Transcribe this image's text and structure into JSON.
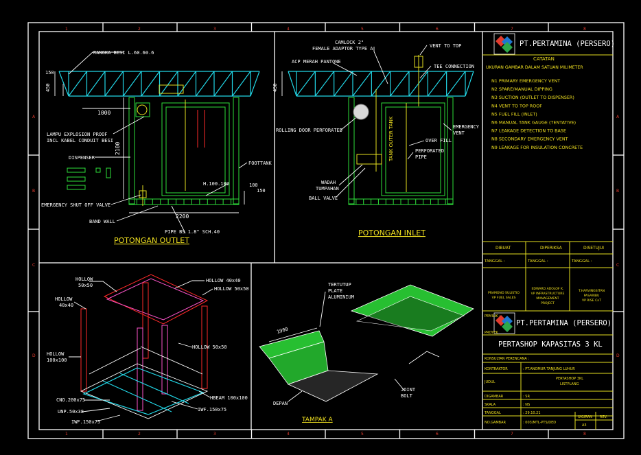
{
  "grid": {
    "cols": [
      "1",
      "2",
      "3",
      "4",
      "5",
      "6",
      "7",
      "8"
    ],
    "rows": [
      "A",
      "B",
      "C",
      "D"
    ]
  },
  "outlet": {
    "title": "POTONGAN  OUTLET",
    "labels": {
      "rangka": "RANGKA BESI L.60.60.6",
      "lampu1": "LAMPU EXPLOSION PROOF",
      "lampu2": "INCL KABEL CONDUIT BESI",
      "dispenser": "DISPENSER",
      "esov": "EMERGENCY SHUT OFF VALVE",
      "bandwall": "BAND WALL",
      "foottank": "FOOTTANK",
      "h100": "H.100.100",
      "pipe": "PIPE BS 1.8\" SCH.40"
    },
    "dims": {
      "d150": "150",
      "d450": "450",
      "d1000": "1000",
      "d2100": "2100",
      "d2200": "2200",
      "d100": "100",
      "d150b": "150"
    }
  },
  "inlet": {
    "title": "POTONGAN  INLET",
    "labels": {
      "camlock1": "CAMLOCK 2\"",
      "camlock2": "FEMALE ADAPTOR TYPE A",
      "vent": "VENT TO TOP",
      "acp": "ACP MERAH PANTONE",
      "tee": "TEE CONNECTION",
      "rolling": "ROLLING DOOR PERFORATED",
      "emerg1": "EMERGENCY",
      "emerg2": "VENT",
      "overfill": "OVER FILL",
      "perf1": "PERFORATED",
      "perf2": "PIPE",
      "wadah1": "WADAH",
      "wadah2": "TUMPAHAN",
      "ball": "BALL VALVE",
      "tanklabel": "TANK OUTER TANK"
    },
    "dims": {
      "d450": "450"
    }
  },
  "frame3d": {
    "labels": {
      "h1a": "HOLLOW",
      "h1b": "50x50",
      "h2": "HOLLOW 40x40",
      "h3": "HOLLOW 50x50",
      "h4a": "HOLLOW",
      "h4b": "40x40",
      "h5": "HOLLOW 50x50",
      "h6a": "HOLLOW",
      "h6b": "100x100",
      "hbeam": "HBEAM 100x100",
      "cno": "CNO.200x75",
      "unp": "UNP.50x38",
      "iwf1": "IWF.150x75",
      "iwf2": "IWF.150x75"
    }
  },
  "tampak": {
    "title": "TAMPAK  A",
    "labels": {
      "tert1": "TERTUTUP",
      "tert2": "PLATE",
      "tert3": "ALUMINIUM",
      "d1900": "1900",
      "depan": "DEPAN",
      "joint1": "JOINT",
      "joint2": "BOLT"
    }
  },
  "titleblock": {
    "company": "PT.PERTAMINA (PERSERO)",
    "catatan": "CATATAN",
    "ukuran": "UKURAN GAMBAR DALAM SATUAN MILIMETER",
    "notes": [
      "N1  PRIMARY EMERGENCY VENT",
      "N2  SPARE/MANUAL DIPPING",
      "N3  SUCTION (OUTLET TO DISPENSER)",
      "N4  VENT TO TOP ROOF",
      "N5  FUEL FILL (INLET)",
      "N6  MANUAL TANK GAUGE (TENTATIVE)",
      "N7  LEAKAGE DETECTION TO BASE",
      "N8  SECONDARY EMERGENCY VENT",
      "N9  LEAKAGE FOR INSULATION CONCRETE"
    ],
    "sig_headers": [
      "DIBUAT",
      "DIPERIKSA",
      "DISETUJUI"
    ],
    "tanggal": "TANGGAL :",
    "signers": [
      [
        "PRAMONO SULISTIO",
        "VP FUEL SALES"
      ],
      [
        "EDWARD ADOLOF K.",
        "VP INFRASTRUCTURE",
        "MANAGEMENT",
        "PROJECT"
      ],
      [
        "T.HARVINGSITAN",
        "PASARIBU",
        "VP RISE CnT"
      ]
    ],
    "pemilik": "PEMILIK :",
    "company2": "PT.PERTAMINA (PERSERO)",
    "proyek_label": "PROYEK",
    "proyek": "PERTASHOP  KAPASITAS  3  KL",
    "konsultan": "KONSULTAN PERENCANA :",
    "kontraktor_label": "KONTRAKTOR",
    "kontraktor": ": PT.ANOMUR TANJUNG LUHUR",
    "judul_label": "JUDUL",
    "judul1": "PERTASHOP  3KL",
    "judul2": "LISTPLANG",
    "digambar_label": "DIGAMBAR",
    "digambar": ": SR",
    "skala_label": "SKALA",
    "skala": ": NS",
    "tanggal2_label": "TANGGAL",
    "tanggal2": ": 29.10.21",
    "nogambar_label": "NO.GAMBAR",
    "nogambar": ": 003/MTL-PTS/DED",
    "ukuran2_label": "UKURAN",
    "ukuran2": "A3",
    "rev_label": "REV."
  }
}
